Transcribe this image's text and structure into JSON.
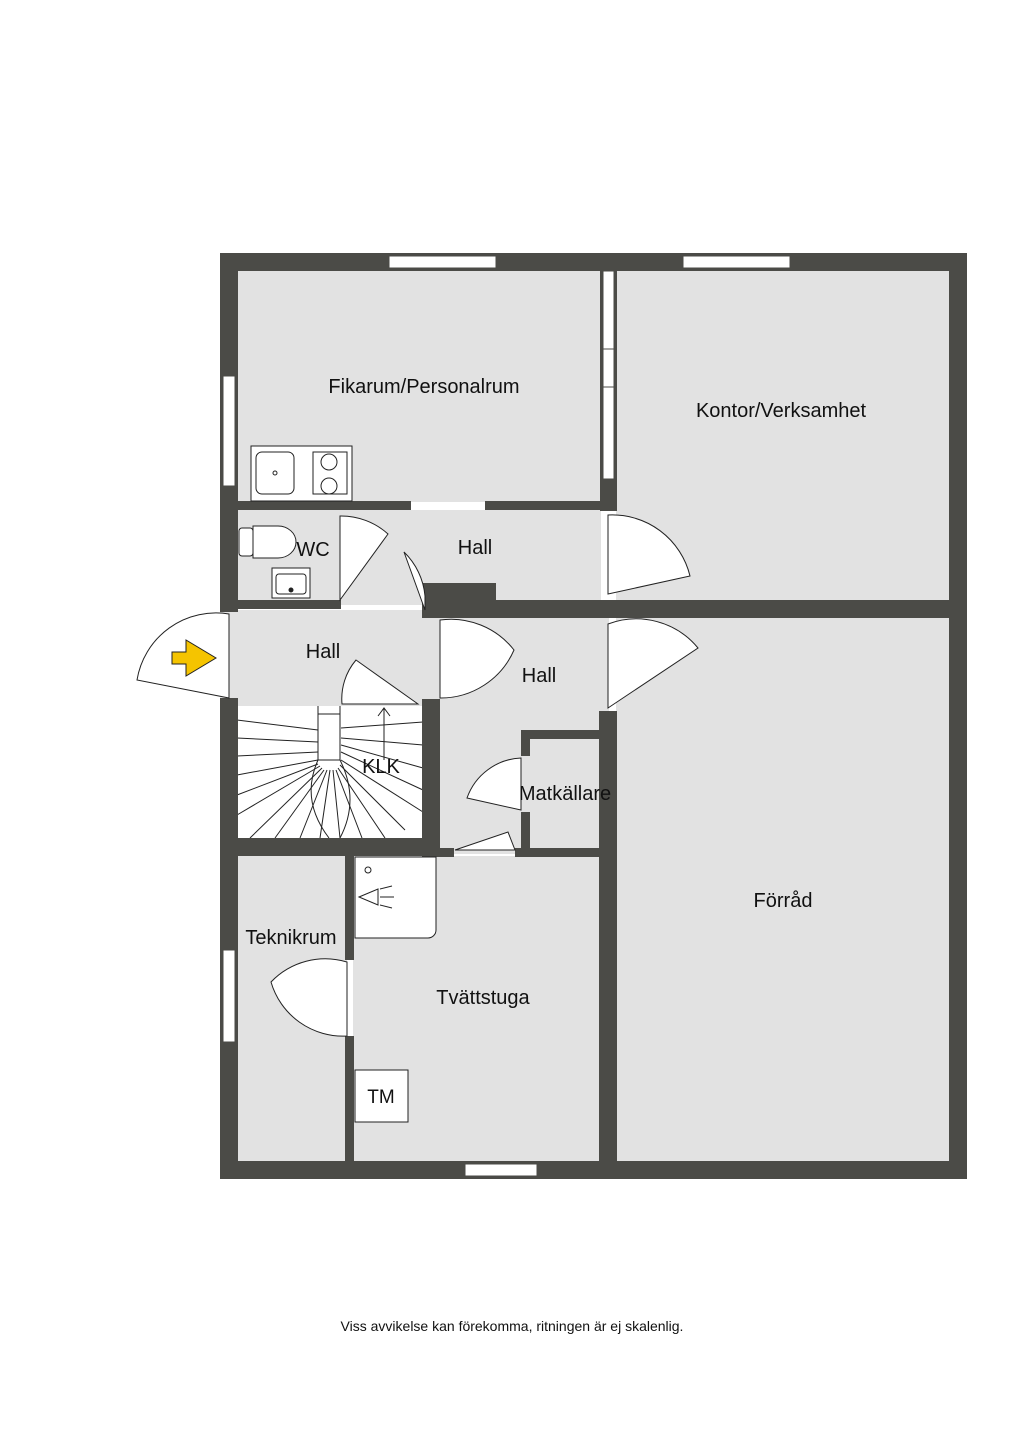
{
  "colors": {
    "wall": "#4b4b47",
    "floor": "#e2e2e2",
    "background": "#ffffff",
    "entrance_arrow": "#f5c400"
  },
  "rooms": {
    "fikarum": "Fikarum/Personalrum",
    "kontor": "Kontor/Verksamhet",
    "wc": "WC",
    "hall_upper": "Hall",
    "hall_entry": "Hall",
    "hall_middle": "Hall",
    "stairs": "KLK",
    "matkallare": "Matkällare",
    "forrad": "Förråd",
    "teknikrum": "Teknikrum",
    "tvattstuga": "Tvättstuga"
  },
  "fixtures": {
    "tumble_dryer": "TM"
  },
  "icons": [
    "entrance-arrow-icon",
    "stair-direction-arrow-icon",
    "kitchen-sink-icon",
    "stove-icon",
    "toilet-icon",
    "washbasin-icon",
    "shower-icon"
  ],
  "footer": {
    "disclaimer": "Viss avvikelse kan förekomma, ritningen är ej skalenlig."
  }
}
